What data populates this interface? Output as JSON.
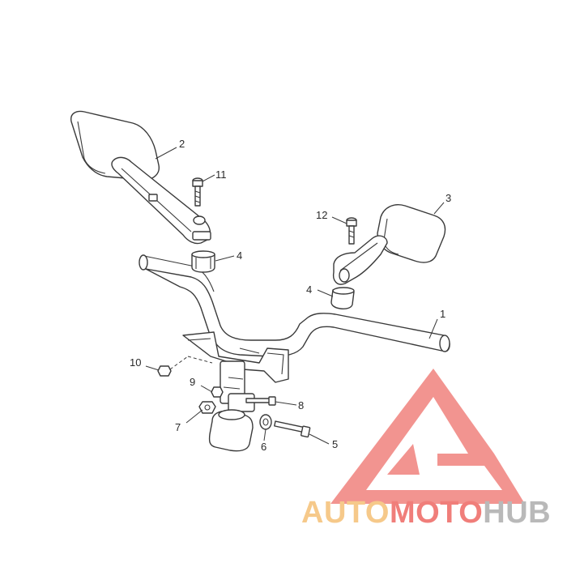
{
  "callouts": [
    {
      "id": "1",
      "label": "1"
    },
    {
      "id": "2",
      "label": "2"
    },
    {
      "id": "3",
      "label": "3"
    },
    {
      "id": "4a",
      "label": "4"
    },
    {
      "id": "4b",
      "label": "4"
    },
    {
      "id": "5",
      "label": "5"
    },
    {
      "id": "6",
      "label": "6"
    },
    {
      "id": "7",
      "label": "7"
    },
    {
      "id": "8",
      "label": "8"
    },
    {
      "id": "9",
      "label": "9"
    },
    {
      "id": "10",
      "label": "10"
    },
    {
      "id": "11",
      "label": "11"
    },
    {
      "id": "12",
      "label": "12"
    }
  ],
  "watermark": {
    "part1": "AUTO",
    "part2": "MOTO",
    "part3": "HUB",
    "colors": {
      "part1": "#f6c98a",
      "part2": "#f07e7a",
      "part3": "#b9b9b9",
      "logo": "#f29490"
    }
  }
}
